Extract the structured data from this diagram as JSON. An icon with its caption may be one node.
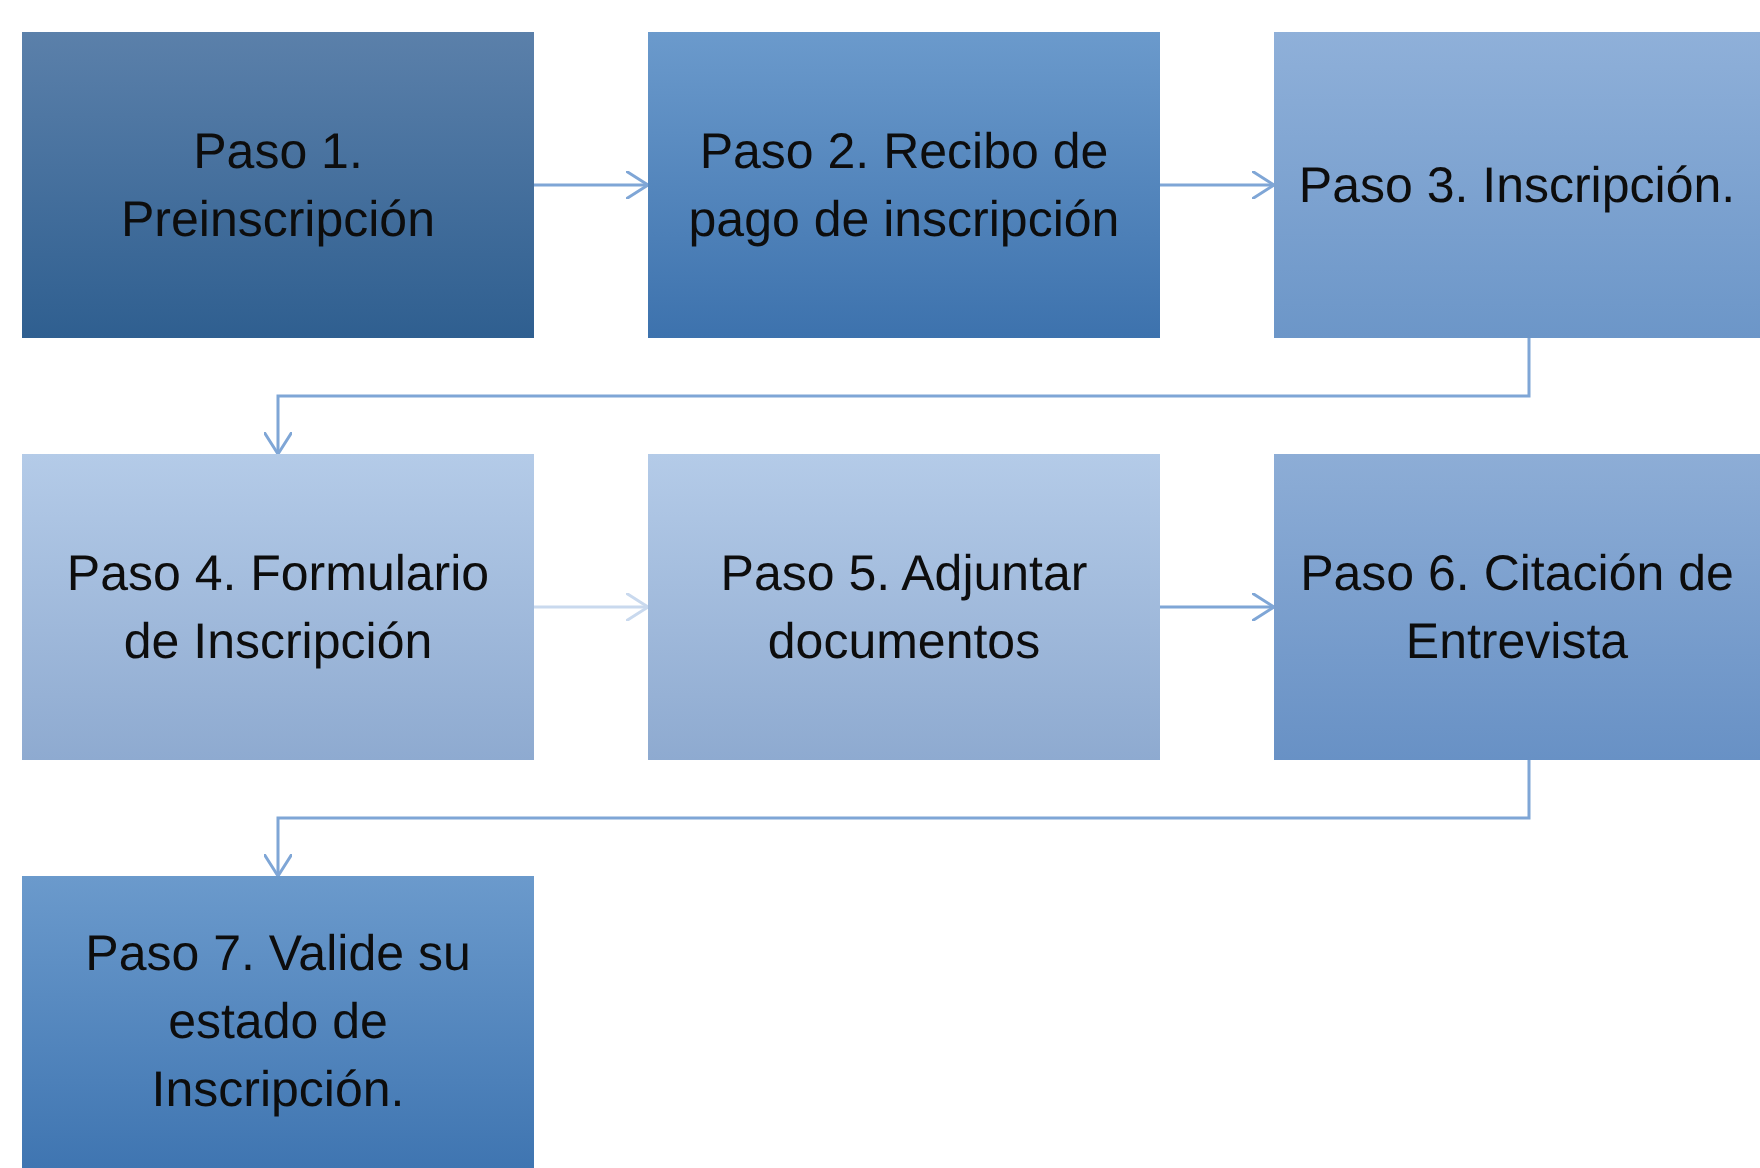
{
  "diagram": {
    "nodes": [
      {
        "text": [
          "Paso 1. Preinscripción"
        ]
      },
      {
        "text": [
          "Paso 2. Recibo de pago de inscripción"
        ]
      },
      {
        "text": [
          "Paso 3. Inscripción."
        ]
      },
      {
        "text": [
          "Paso 4. Formulario de Inscripción"
        ]
      },
      {
        "text": [
          "Paso 5. Adjuntar documentos"
        ]
      },
      {
        "text": [
          "Paso 6. Citación de Entrevista"
        ]
      },
      {
        "text": [
          "Paso 7. Valide su estado de Inscripción."
        ]
      }
    ],
    "edges": [
      {
        "from": 0,
        "to": 1,
        "arrow": "to"
      },
      {
        "from": 1,
        "to": 2,
        "arrow": "to"
      },
      {
        "from": 2,
        "to": 3,
        "arrow": "to"
      },
      {
        "from": 3,
        "to": 4,
        "arrow": "to",
        "color": "#c9d9ee"
      },
      {
        "from": 4,
        "to": 5,
        "arrow": "to"
      },
      {
        "from": 5,
        "to": 6,
        "arrow": "to"
      }
    ]
  }
}
